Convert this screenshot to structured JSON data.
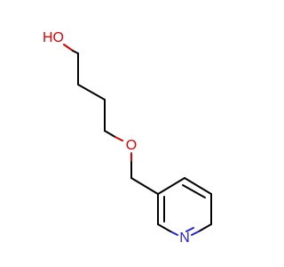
{
  "molecule": {
    "labels": {
      "hydroxyl": "HO",
      "ether_oxygen": "O",
      "ring_nitrogen": "N"
    },
    "colors": {
      "bond": "#000000",
      "oxygen": "#e00000",
      "nitrogen": "#2020e0"
    }
  }
}
